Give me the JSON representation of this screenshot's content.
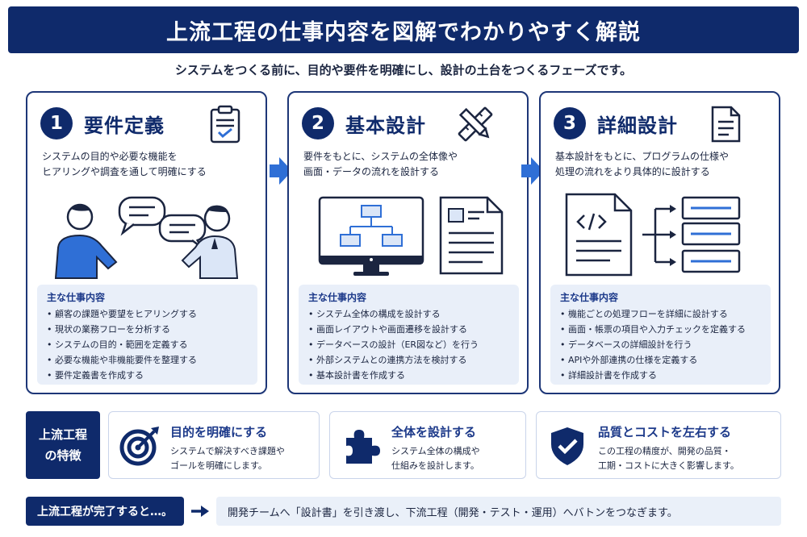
{
  "title": "上流工程の仕事内容を図解でわかりやすく解説",
  "subtitle": "システムをつくる前に、目的や要件を明確にし、設計の土台をつくるフェーズです。",
  "tasks_heading": "主な仕事内容",
  "colors": {
    "navy": "#0f2a6b",
    "accent_blue": "#2f6fd6",
    "panel_bg": "#e9eff9"
  },
  "steps": [
    {
      "num": "1",
      "title": "要件定義",
      "icon": "clipboard-check-icon",
      "desc": [
        "システムの目的や必要な機能を",
        "ヒアリングや調査を通して明確にする"
      ],
      "tasks": [
        "顧客の課題や要望をヒアリングする",
        "現状の業務フローを分析する",
        "システムの目的・範囲を定義する",
        "必要な機能や非機能要件を整理する",
        "要件定義書を作成する"
      ]
    },
    {
      "num": "2",
      "title": "基本設計",
      "icon": "pencil-ruler-icon",
      "desc": [
        "要件をもとに、システムの全体像や",
        "画面・データの流れを設計する"
      ],
      "tasks": [
        "システム全体の構成を設計する",
        "画面レイアウトや画面遷移を設計する",
        "データベースの設計（ER図など）を行う",
        "外部システムとの連携方法を検討する",
        "基本設計書を作成する"
      ]
    },
    {
      "num": "3",
      "title": "詳細設計",
      "icon": "document-icon",
      "desc": [
        "基本設計をもとに、プログラムの仕様や",
        "処理の流れをより具体的に設計する"
      ],
      "tasks": [
        "機能ごとの処理フローを詳細に設計する",
        "画面・帳票の項目や入力チェックを定義する",
        "データベースの詳細設計を行う",
        "APIや外部連携の仕様を定義する",
        "詳細設計書を作成する"
      ]
    }
  ],
  "features": {
    "label_lines": [
      "上流工程",
      "の特徴"
    ],
    "items": [
      {
        "title": "目的を明確にする",
        "icon": "target-icon",
        "desc": [
          "システムで解決すべき課題や",
          "ゴールを明確にします。"
        ]
      },
      {
        "title": "全体を設計する",
        "icon": "puzzle-icon",
        "desc": [
          "システム全体の構成や",
          "仕組みを設計します。"
        ]
      },
      {
        "title": "品質とコストを左右する",
        "icon": "shield-check-icon",
        "desc": [
          "この工程の精度が、開発の品質・",
          "工期・コストに大きく影響します。"
        ]
      }
    ]
  },
  "completion": {
    "label": "上流工程が完了すると…。",
    "text": "開発チームへ「設計書」を引き渡し、下流工程（開発・テスト・運用）へバトンをつなぎます。"
  }
}
